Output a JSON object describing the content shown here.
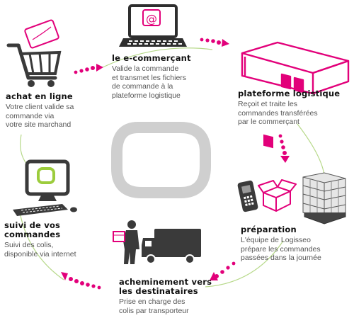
{
  "colors": {
    "accent": "#e2007a",
    "green": "#9ccc3c",
    "dark": "#3a3a3a",
    "ring": "#c8c8c8"
  },
  "steps": [
    {
      "id": "ecommercant",
      "title": "le e-commerçant",
      "desc": [
        "Valide la commande",
        "et transmet les fichiers",
        "de commande à la",
        "plateforme logistique"
      ],
      "icon": "laptop-email-icon"
    },
    {
      "id": "plateforme",
      "title": "plateforme logistique",
      "desc": [
        "Reçoit et traite les",
        "commandes transférées",
        "par le commerçant"
      ],
      "icon": "warehouse-icon"
    },
    {
      "id": "preparation",
      "title": "préparation",
      "desc": [
        "L'équipe de Logisseo",
        "prépare les commandes",
        "passées dans la journée"
      ],
      "icon": "boxes-phone-icon"
    },
    {
      "id": "acheminement",
      "title": [
        "acheminement vers",
        "les destinataires"
      ],
      "desc": [
        "Prise en charge des",
        "colis par transporteur"
      ],
      "icon": "delivery-truck-icon"
    },
    {
      "id": "suivi",
      "title": [
        "suivi de vos",
        "commandes"
      ],
      "desc": [
        "Suivi des colis,",
        "disponible via internet"
      ],
      "icon": "computer-monitor-icon"
    },
    {
      "id": "achat",
      "title": "achat en ligne",
      "desc": [
        "Votre client valide sa",
        "commande via",
        "votre site marchand"
      ],
      "icon": "shopping-cart-icon"
    }
  ],
  "center_icon": "rounded-square-logo-icon",
  "laptop_symbol": "@"
}
